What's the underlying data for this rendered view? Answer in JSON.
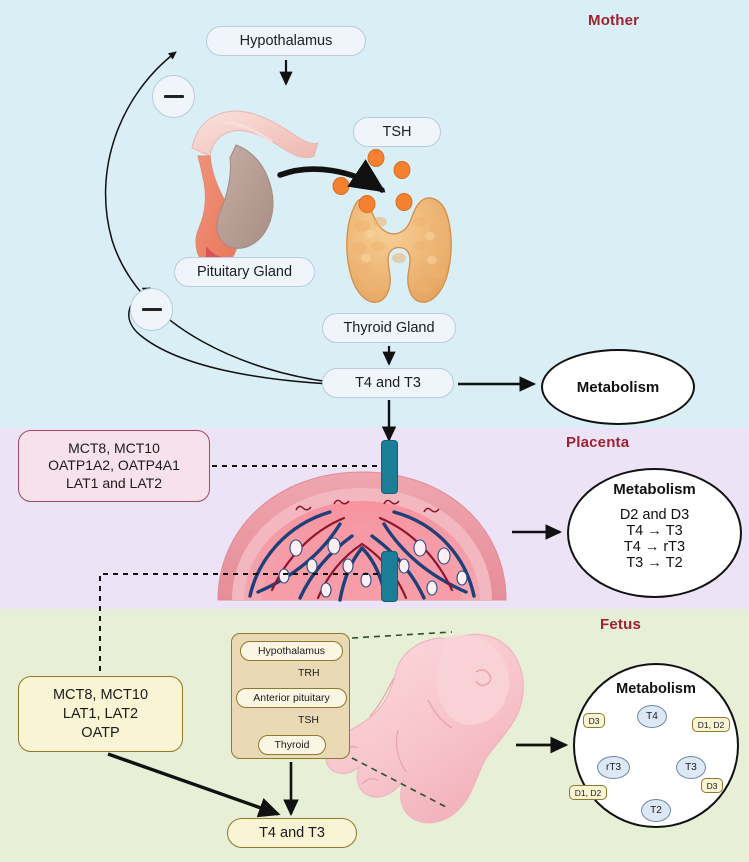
{
  "figure": {
    "title": "Maternal-placental-fetal thyroid hormone axis"
  },
  "sections": {
    "mother": {
      "label": "Mother",
      "bg": "#d9eef5",
      "label_color": "#9e2232"
    },
    "placenta": {
      "label": "Placenta",
      "bg": "#ece3f6",
      "label_color": "#9e2232"
    },
    "fetus": {
      "label": "Fetus",
      "bg": "#e7efd6",
      "label_color": "#9e2232"
    }
  },
  "mother": {
    "hypothalamus": "Hypothalamus",
    "tsh": "TSH",
    "pituitary_gland": "Pituitary Gland",
    "thyroid_gland": "Thyroid Gland",
    "t4_and_t3": "T4 and T3",
    "metabolism": "Metabolism",
    "feedback_symbol": "−",
    "organ_icons": [
      "pituitary-gland-illustration",
      "thyroid-gland-illustration",
      "tsh-hormone-particles"
    ]
  },
  "placenta": {
    "transporters": {
      "line1": "MCT8, MCT10",
      "line2": "OATP1A2, OATP4A1",
      "line3": "LAT1 and LAT2"
    },
    "metabolism": {
      "title": "Metabolism",
      "enzymes": "D2 and D3",
      "reactions": [
        {
          "from": "T4",
          "arrow": "→",
          "to": "T3"
        },
        {
          "from": "T4",
          "arrow": "→",
          "to": "rT3"
        },
        {
          "from": "T3",
          "arrow": "→",
          "to": "T2"
        }
      ]
    },
    "transporter_channel_color": "#1a7f96",
    "organ_icons": [
      "placenta-cross-section-illustration"
    ]
  },
  "fetus": {
    "transporters": {
      "line1": "MCT8, MCT10",
      "line2": "LAT1, LAT2",
      "line3": "OATP"
    },
    "hpt_axis": {
      "hypothalamus": "Hypothalamus",
      "trh": "TRH",
      "anterior_pituitary": "Anterior pituitary",
      "tsh": "TSH",
      "thyroid": "Thyroid"
    },
    "t4_and_t3": "T4 and T3",
    "metabolism": {
      "title": "Metabolism",
      "nodes": [
        {
          "id": "t4",
          "label": "T4"
        },
        {
          "id": "rt3",
          "label": "rT3"
        },
        {
          "id": "t3",
          "label": "T3"
        },
        {
          "id": "t2",
          "label": "T2"
        }
      ],
      "enzyme_labels": [
        {
          "id": "d3-a",
          "label": "D3",
          "edge": "T4 to rT3"
        },
        {
          "id": "d1d2-a",
          "label": "D1, D2",
          "edge": "T4 to T3"
        },
        {
          "id": "d3-b",
          "label": "D3",
          "edge": "T3 to T2"
        },
        {
          "id": "d1d2-b",
          "label": "D1, D2",
          "edge": "rT3 to T2"
        }
      ]
    },
    "organ_icons": [
      "fetus-illustration"
    ]
  },
  "chart_data": {
    "type": "diagram",
    "title": "Maternal-placental-fetal thyroid hormone transport and metabolism",
    "nodes": [
      "Hypothalamus",
      "TSH",
      "Pituitary Gland",
      "Thyroid Gland",
      "T4 and T3",
      "Metabolism",
      "MCT8, MCT10 / OATP1A2, OATP4A1 / LAT1 and LAT2",
      "MCT8, MCT10 / LAT1, LAT2 / OATP",
      "Anterior pituitary",
      "Thyroid",
      "T4",
      "T3",
      "rT3",
      "T2"
    ],
    "edges": [
      {
        "from": "Hypothalamus",
        "to": "Pituitary Gland",
        "type": "stimulate"
      },
      {
        "from": "Pituitary Gland",
        "to": "Thyroid Gland",
        "type": "stimulate",
        "mediator": "TSH"
      },
      {
        "from": "Thyroid Gland",
        "to": "T4 and T3",
        "type": "produce"
      },
      {
        "from": "T4 and T3",
        "to": "Metabolism",
        "type": "produce"
      },
      {
        "from": "T4 and T3",
        "to": "Hypothalamus",
        "type": "inhibit"
      },
      {
        "from": "T4 and T3",
        "to": "Pituitary Gland",
        "type": "inhibit"
      },
      {
        "from": "T4 and T3",
        "to": "Placenta",
        "type": "transport"
      },
      {
        "from": "Placenta",
        "to": "Metabolism (placental)",
        "type": "metabolize"
      },
      {
        "from": "Fetal HPT axis",
        "to": "T4 and T3 (fetal)",
        "type": "produce"
      },
      {
        "from": "Fetal transporters",
        "to": "T4 and T3 (fetal)",
        "type": "transport"
      },
      {
        "from": "Fetus",
        "to": "Metabolism (fetal)",
        "type": "metabolize"
      }
    ]
  }
}
